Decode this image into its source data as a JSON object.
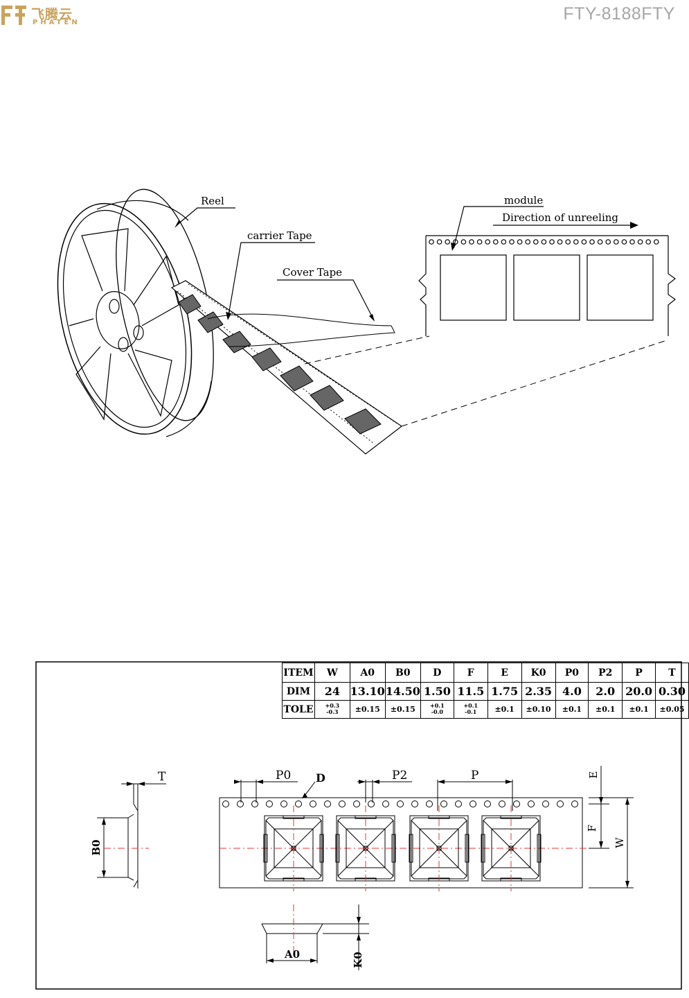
{
  "header": {
    "logo_cn": "飞腾云",
    "logo_en": "PHATEN",
    "doc_code": "FTY-8188FTY"
  },
  "reel_figure": {
    "label_reel": "Reel",
    "label_carrier_tape": "carrier Tape",
    "label_cover_tape": "Cover Tape",
    "label_module": "module",
    "label_direction": "Direction of unreeling"
  },
  "spec_table": {
    "items": [
      "ITEM",
      "W",
      "A0",
      "B0",
      "D",
      "F",
      "E",
      "K0",
      "P0",
      "P2",
      "P",
      "T"
    ],
    "dims": [
      "DIM",
      "24",
      "13.10",
      "14.50",
      "1.50",
      "11.5",
      "1.75",
      "2.35",
      "4.0",
      "2.0",
      "20.0",
      "0.30"
    ],
    "tole": {
      "label": "TOLE",
      "w_plus": "+0.3",
      "w_minus": "-0.3",
      "a0": "±0.15",
      "b0": "±0.15",
      "d_plus": "+0.1",
      "d_minus": "-0.0",
      "f_plus": "+0.1",
      "f_minus": "-0.1",
      "e": "±0.1",
      "k0": "±0.10",
      "p0": "±0.1",
      "p2": "±0.1",
      "p": "±0.1",
      "t": "±0.05"
    }
  },
  "drawing": {
    "label_T": "T",
    "label_P0": "P0",
    "label_D": "D",
    "label_P2": "P2",
    "label_P": "P",
    "label_E": "E",
    "label_F": "F",
    "label_W": "W",
    "label_B0": "B0",
    "label_A0": "A0",
    "label_K0": "K0"
  }
}
